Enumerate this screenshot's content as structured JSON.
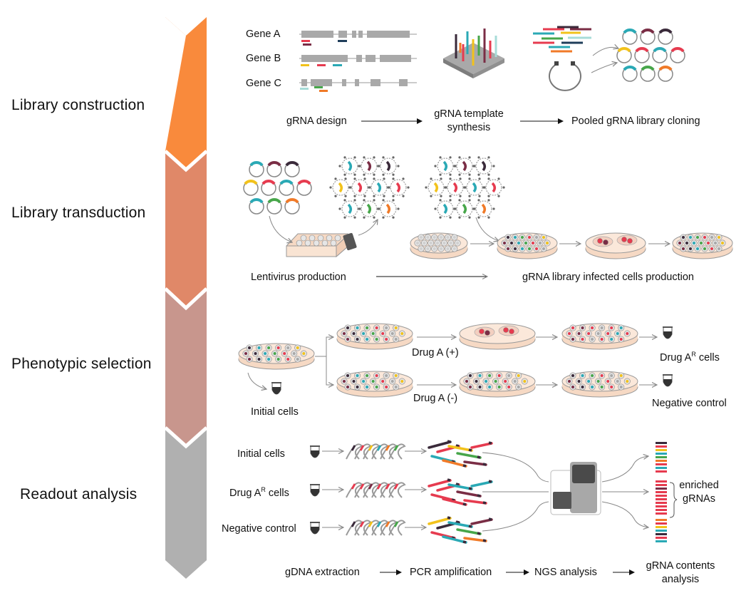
{
  "stages": [
    {
      "label": "Library construction",
      "color": "#f98a3c"
    },
    {
      "label": "Library transduction",
      "color": "#e08868"
    },
    {
      "label": "Phenotypic selection",
      "color": "#c8968d"
    },
    {
      "label": "Readout analysis",
      "color": "#b0b0b0"
    }
  ],
  "construction": {
    "genes": [
      "Gene A",
      "Gene B",
      "Gene C"
    ],
    "steps": [
      "gRNA design",
      "gRNA template",
      "synthesis",
      "Pooled gRNA library cloning"
    ]
  },
  "transduction": {
    "left_step": "Lentivirus production",
    "right_step": "gRNA library infected cells production"
  },
  "selection": {
    "drug_plus": "Drug A (+)",
    "drug_minus": "Drug A (-)",
    "initial_cells": "Initial cells",
    "resistant_cells": "Drug A",
    "resistant_sup": "R",
    "resistant_suffix": " cells",
    "negative_control": "Negative control"
  },
  "readout": {
    "rows": [
      "Initial cells",
      "Drug A",
      "Negative control"
    ],
    "resistant_sup": "R",
    "resistant_suffix": " cells",
    "enriched": [
      "enriched",
      "gRNAs"
    ],
    "steps": [
      "gDNA extraction",
      "PCR amplification",
      "NGS analysis",
      "gRNA contents",
      "analysis"
    ]
  },
  "colors": {
    "red": "#e63b4f",
    "yellow": "#f2c21b",
    "teal": "#2aa9b5",
    "green": "#47a64a",
    "dark": "#3a2a3a",
    "orange": "#f07a28",
    "maroon": "#7a2d45",
    "gray": "#a8a8a8",
    "dish": "#f6d9c4"
  }
}
